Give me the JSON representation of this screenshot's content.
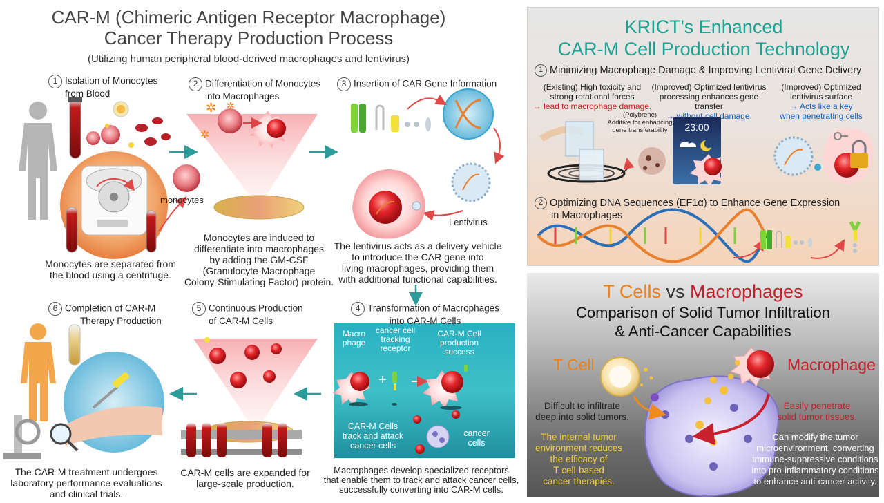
{
  "left": {
    "title_line1": "CAR-M (Chimeric Antigen Receptor Macrophage)",
    "title_line2": "Cancer Therapy Production Process",
    "subtitle": "(Utilizing human peripheral blood-derived macrophages and lentivirus)",
    "steps": [
      {
        "num": "1",
        "title_a": "Isolation of Monocytes",
        "title_b": "from Blood",
        "desc_a": "Monocytes are separated from",
        "desc_b": "the blood using a centrifuge.",
        "label": "monocytes"
      },
      {
        "num": "2",
        "title_a": "Differentiation of Monocytes",
        "title_b": "into Macrophages",
        "desc_a": "Monocytes are induced to",
        "desc_b": "differentiate into macrophages",
        "desc_c": "by adding the GM-CSF",
        "desc_d": "(Granulocyte-Macrophage",
        "desc_e": "Colony-Stimulating Factor) protein."
      },
      {
        "num": "3",
        "title_a": "Insertion of CAR Gene Information",
        "label": "Lentivirus",
        "desc_a": "The lentivirus acts as a delivery vehicle",
        "desc_b": "to introduce the CAR gene into",
        "desc_c": "living macrophages, providing them",
        "desc_d": "with additional functional capabilities."
      },
      {
        "num": "4",
        "title_a": "Transformation of Macrophages",
        "title_b": "into CAR-M Cells",
        "panel_macro_a": "Macro",
        "panel_macro_b": "phage",
        "panel_rec_a": "cancer cell",
        "panel_rec_b": "tracking",
        "panel_rec_c": "receptor",
        "panel_succ_a": "CAR-M Cell",
        "panel_succ_b": "production",
        "panel_succ_c": "success",
        "panel_track_a": "CAR-M Cells",
        "panel_track_b": "track and attack",
        "panel_track_c": "cancer cells",
        "panel_cancer_a": "cancer",
        "panel_cancer_b": "cells",
        "desc_a": "Macrophages develop specialized receptors",
        "desc_b": "that enable them to track and attack cancer cells,",
        "desc_c": "successfully converting into CAR-M cells."
      },
      {
        "num": "5",
        "title_a": "Continuous Production",
        "title_b": "of CAR-M Cells",
        "desc_a": "CAR-M cells are expanded for",
        "desc_b": "large-scale production."
      },
      {
        "num": "6",
        "title_a": "Completion of CAR-M",
        "title_b": "Therapy Production",
        "desc_a": "The CAR-M treatment undergoes",
        "desc_b": "laboratory performance evaluations",
        "desc_c": "and clinical trials."
      }
    ]
  },
  "krict": {
    "title_line1": "KRICT's Enhanced",
    "title_line2": "CAR-M Cell Production Technology",
    "point1_num": "1",
    "point1": "Minimizing Macrophage Damage & Improving Lentiviral Gene Delivery",
    "col1_a": "(Existing) High toxicity and",
    "col1_b": "strong rotational forces",
    "col1_c": "→ lead to macrophage damage.",
    "col2_a": "(Improved) Optimized lentivirus",
    "col2_b": "processing enhances gene transfer",
    "col2_c": "→ without cell damage.",
    "col3_a": "(Improved) Optimized",
    "col3_b": "lentivirus surface",
    "col3_c": "→ Acts like a key",
    "col3_d": "when penetrating cells",
    "polybrene_a": "(Polybrene)",
    "polybrene_b": "Additive for enhancing",
    "polybrene_c": "gene transferability",
    "clock": "23:00",
    "point2_num": "2",
    "point2_a": "Optimizing DNA Sequences (EF1α) to Enhance Gene Expression",
    "point2_b": "in Macrophages"
  },
  "compare": {
    "title_t": "T Cells",
    "title_vs": " vs ",
    "title_m": "Macrophages",
    "sub1": "Comparison of Solid Tumor Infiltration",
    "sub2": "& Anti-Cancer Capabilities",
    "tcell": "T Cell",
    "macrophage": "Macrophage",
    "t_diff_a": "Difficult to infiltrate",
    "t_diff_b": "deep into solid tumors.",
    "t_env_a": "The internal tumor",
    "t_env_b": "environment reduces",
    "t_env_c": "the efficacy of",
    "t_env_d": "T-cell-based",
    "t_env_e": "cancer therapies.",
    "m_pen_a": "Easily penetrate",
    "m_pen_b": "solid tumor tissues.",
    "m_mod_a": "Can modify the tumor",
    "m_mod_b": "microenvironment, converting",
    "m_mod_c": "immune-suppressive conditions",
    "m_mod_d": "into pro-inflammatory conditions",
    "m_mod_e": "to enhance anti-cancer activity."
  },
  "colors": {
    "teal_arrow": "#2a9d9a",
    "red_arrow": "#e04848",
    "krict_title": "#1aa391",
    "tcell_orange": "#f08a1c",
    "macro_red": "#c8202c"
  }
}
